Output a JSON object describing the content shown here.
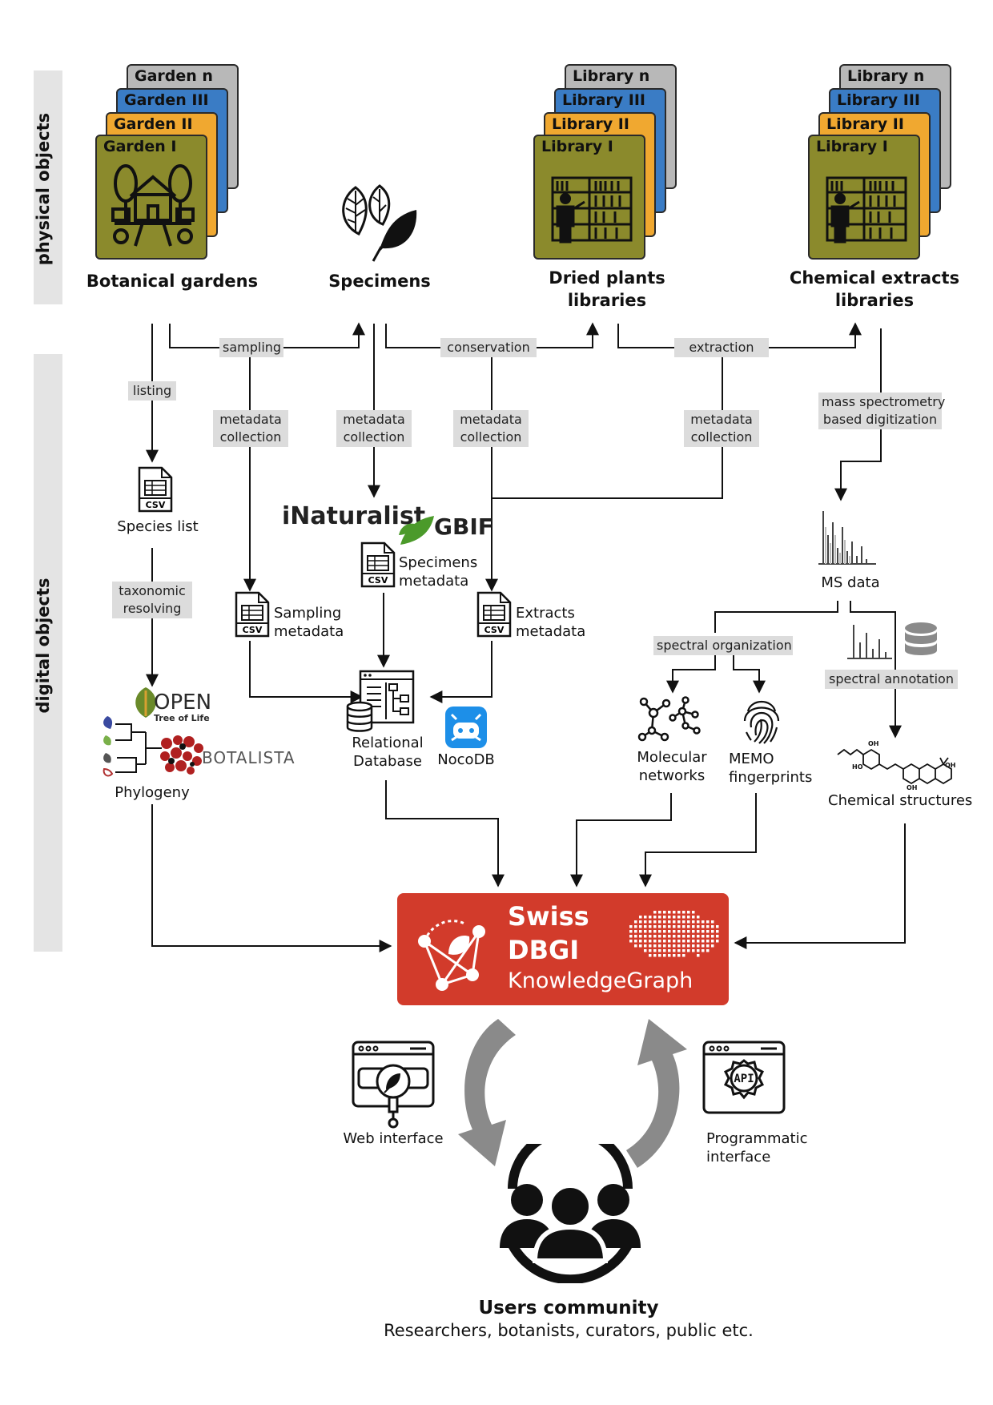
{
  "bands": {
    "physical": "physical objects",
    "digital": "digital objects"
  },
  "physical": {
    "gardens": {
      "cards": [
        "Garden n",
        "Garden III",
        "Garden II",
        "Garden I"
      ],
      "title": "Botanical gardens"
    },
    "specimens": {
      "title": "Specimens"
    },
    "dried": {
      "cards": [
        "Library n",
        "Library III",
        "Library II",
        "Library I"
      ],
      "title_l1": "Dried plants",
      "title_l2": "libraries"
    },
    "extracts": {
      "cards": [
        "Library n",
        "Library III",
        "Library II",
        "Library I"
      ],
      "title_l1": "Chemical extracts",
      "title_l2": "libraries"
    }
  },
  "processes": {
    "sampling": "sampling",
    "conservation": "conservation",
    "extraction": "extraction",
    "listing": "listing",
    "ms_l1": "mass spectrometry",
    "ms_l2": "based digitization",
    "meta_l1": "metadata",
    "meta_l2": "collection",
    "tax_l1": "taxonomic",
    "tax_l2": "resolving",
    "spectral_org": "spectral organization",
    "spectral_ann": "spectral annotation"
  },
  "digital": {
    "csv": "CSV",
    "species_list": "Species list",
    "inaturalist": "iNaturalist",
    "gbif": "GBIF",
    "specimens_meta_l1": "Specimens",
    "specimens_meta_l2": "metadata",
    "sampling_meta_l1": "Sampling",
    "sampling_meta_l2": "metadata",
    "extracts_meta_l1": "Extracts",
    "extracts_meta_l2": "metadata",
    "ms_data": "MS data",
    "otl_l1": "OPEN",
    "otl_l2": "Tree of Life",
    "botalista": "BOTALISTA",
    "phylogeny": "Phylogeny",
    "reldb_l1": "Relational",
    "reldb_l2": "Database",
    "nocodb": "NocoDB",
    "molnet_l1": "Molecular",
    "molnet_l2": "networks",
    "memo_l1": "MEMO",
    "memo_l2": "fingerprints",
    "chem_struct": "Chemical structures"
  },
  "kg": {
    "l1": "Swiss",
    "l2": "DBGI",
    "l3": "KnowledgeGraph"
  },
  "interfaces": {
    "web": "Web interface",
    "api_l1": "Programmatic",
    "api_l2": "interface",
    "api_icon": "API"
  },
  "community": {
    "title": "Users community",
    "subtitle": "Researchers, botanists, curators, public etc."
  },
  "colors": {
    "olive": "#8b8a2c",
    "orange": "#f0a830",
    "blue": "#3a7cc5",
    "grey": "#b8b8b8",
    "kg_red": "#d23b2b",
    "arrow_grey": "#8a8a8a",
    "box_grey": "#dcdcdc",
    "nocodb_blue": "#1d8fe8",
    "gbif_green": "#4b9a2a"
  },
  "icons": [
    "garden-house-icon",
    "leaves-icon",
    "library-shelf-icon",
    "csv-file-icon",
    "database-icon",
    "nocodb-icon",
    "ms-spectrum-icon",
    "molecular-network-icon",
    "fingerprint-icon",
    "chemical-structure-icon",
    "web-interface-icon",
    "api-icon",
    "users-group-icon"
  ]
}
